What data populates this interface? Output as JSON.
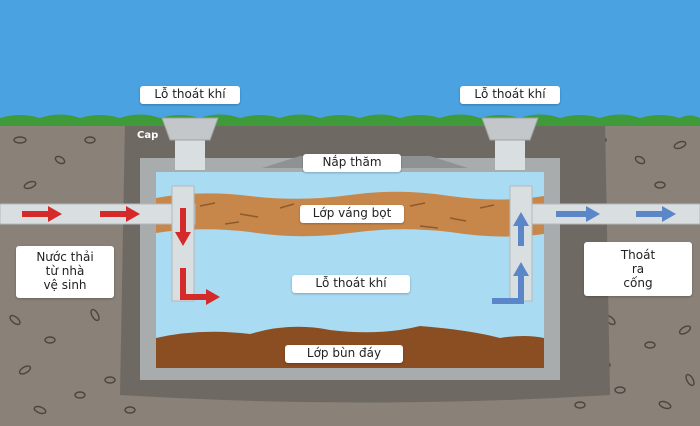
{
  "labels": {
    "vent_left": "Lỗ thoát khí",
    "vent_right": "Lỗ thoát khí",
    "cap": "Cap",
    "manhole": "Nắp thăm",
    "scum_layer": "Lớp váng bọt",
    "middle_layer": "Lỗ thoát khí",
    "sludge_layer": "Lớp bùn đáy",
    "inlet": [
      "Nước thải",
      "từ nhà",
      "vệ sinh"
    ],
    "outlet": [
      "Thoát",
      "ra",
      "cống"
    ]
  },
  "colors": {
    "sky": "#4aa3e0",
    "grass": "#3f9a3a",
    "soil": "#8a8178",
    "pit": "#6f6963",
    "tank_wall": "#a8acad",
    "water": "#a9dbf2",
    "scum": "#c8874a",
    "sludge": "#8a4e22",
    "inflow_arrow": "#d42a2a",
    "outflow_arrow": "#5b86c8"
  }
}
